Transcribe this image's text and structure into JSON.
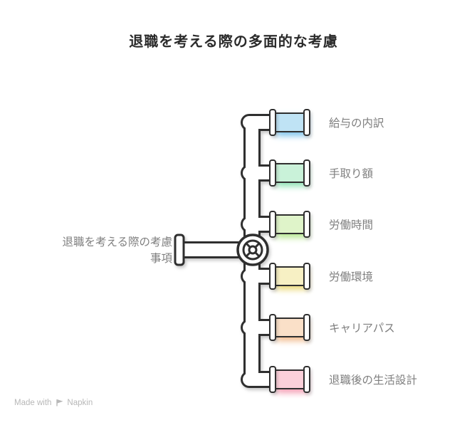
{
  "title": "退職を考える際の多面的な考慮",
  "source_label": {
    "line1": "退職を考える際の考慮",
    "line2": "事項"
  },
  "items": [
    {
      "label": "給与の内訳",
      "fill": "#bfe3f5",
      "glow": "#7fc4ec"
    },
    {
      "label": "手取り額",
      "fill": "#c9f2d9",
      "glow": "#8fe3b5"
    },
    {
      "label": "労働時間",
      "fill": "#dff4c9",
      "glow": "#b5e88f"
    },
    {
      "label": "労働環境",
      "fill": "#f7f0c4",
      "glow": "#ead97a"
    },
    {
      "label": "キャリアパス",
      "fill": "#fae0c8",
      "glow": "#f2bc8e"
    },
    {
      "label": "退職後の生活設計",
      "fill": "#fbd0da",
      "glow": "#f49fb4"
    }
  ],
  "watermark": {
    "prefix": "Made with",
    "brand": "Napkin"
  },
  "colors": {
    "pipe_outline": "#2f2f2f",
    "pipe_fill": "#ffffff",
    "label_gray": "#7f7f7f",
    "title": "#2b2b2b"
  }
}
